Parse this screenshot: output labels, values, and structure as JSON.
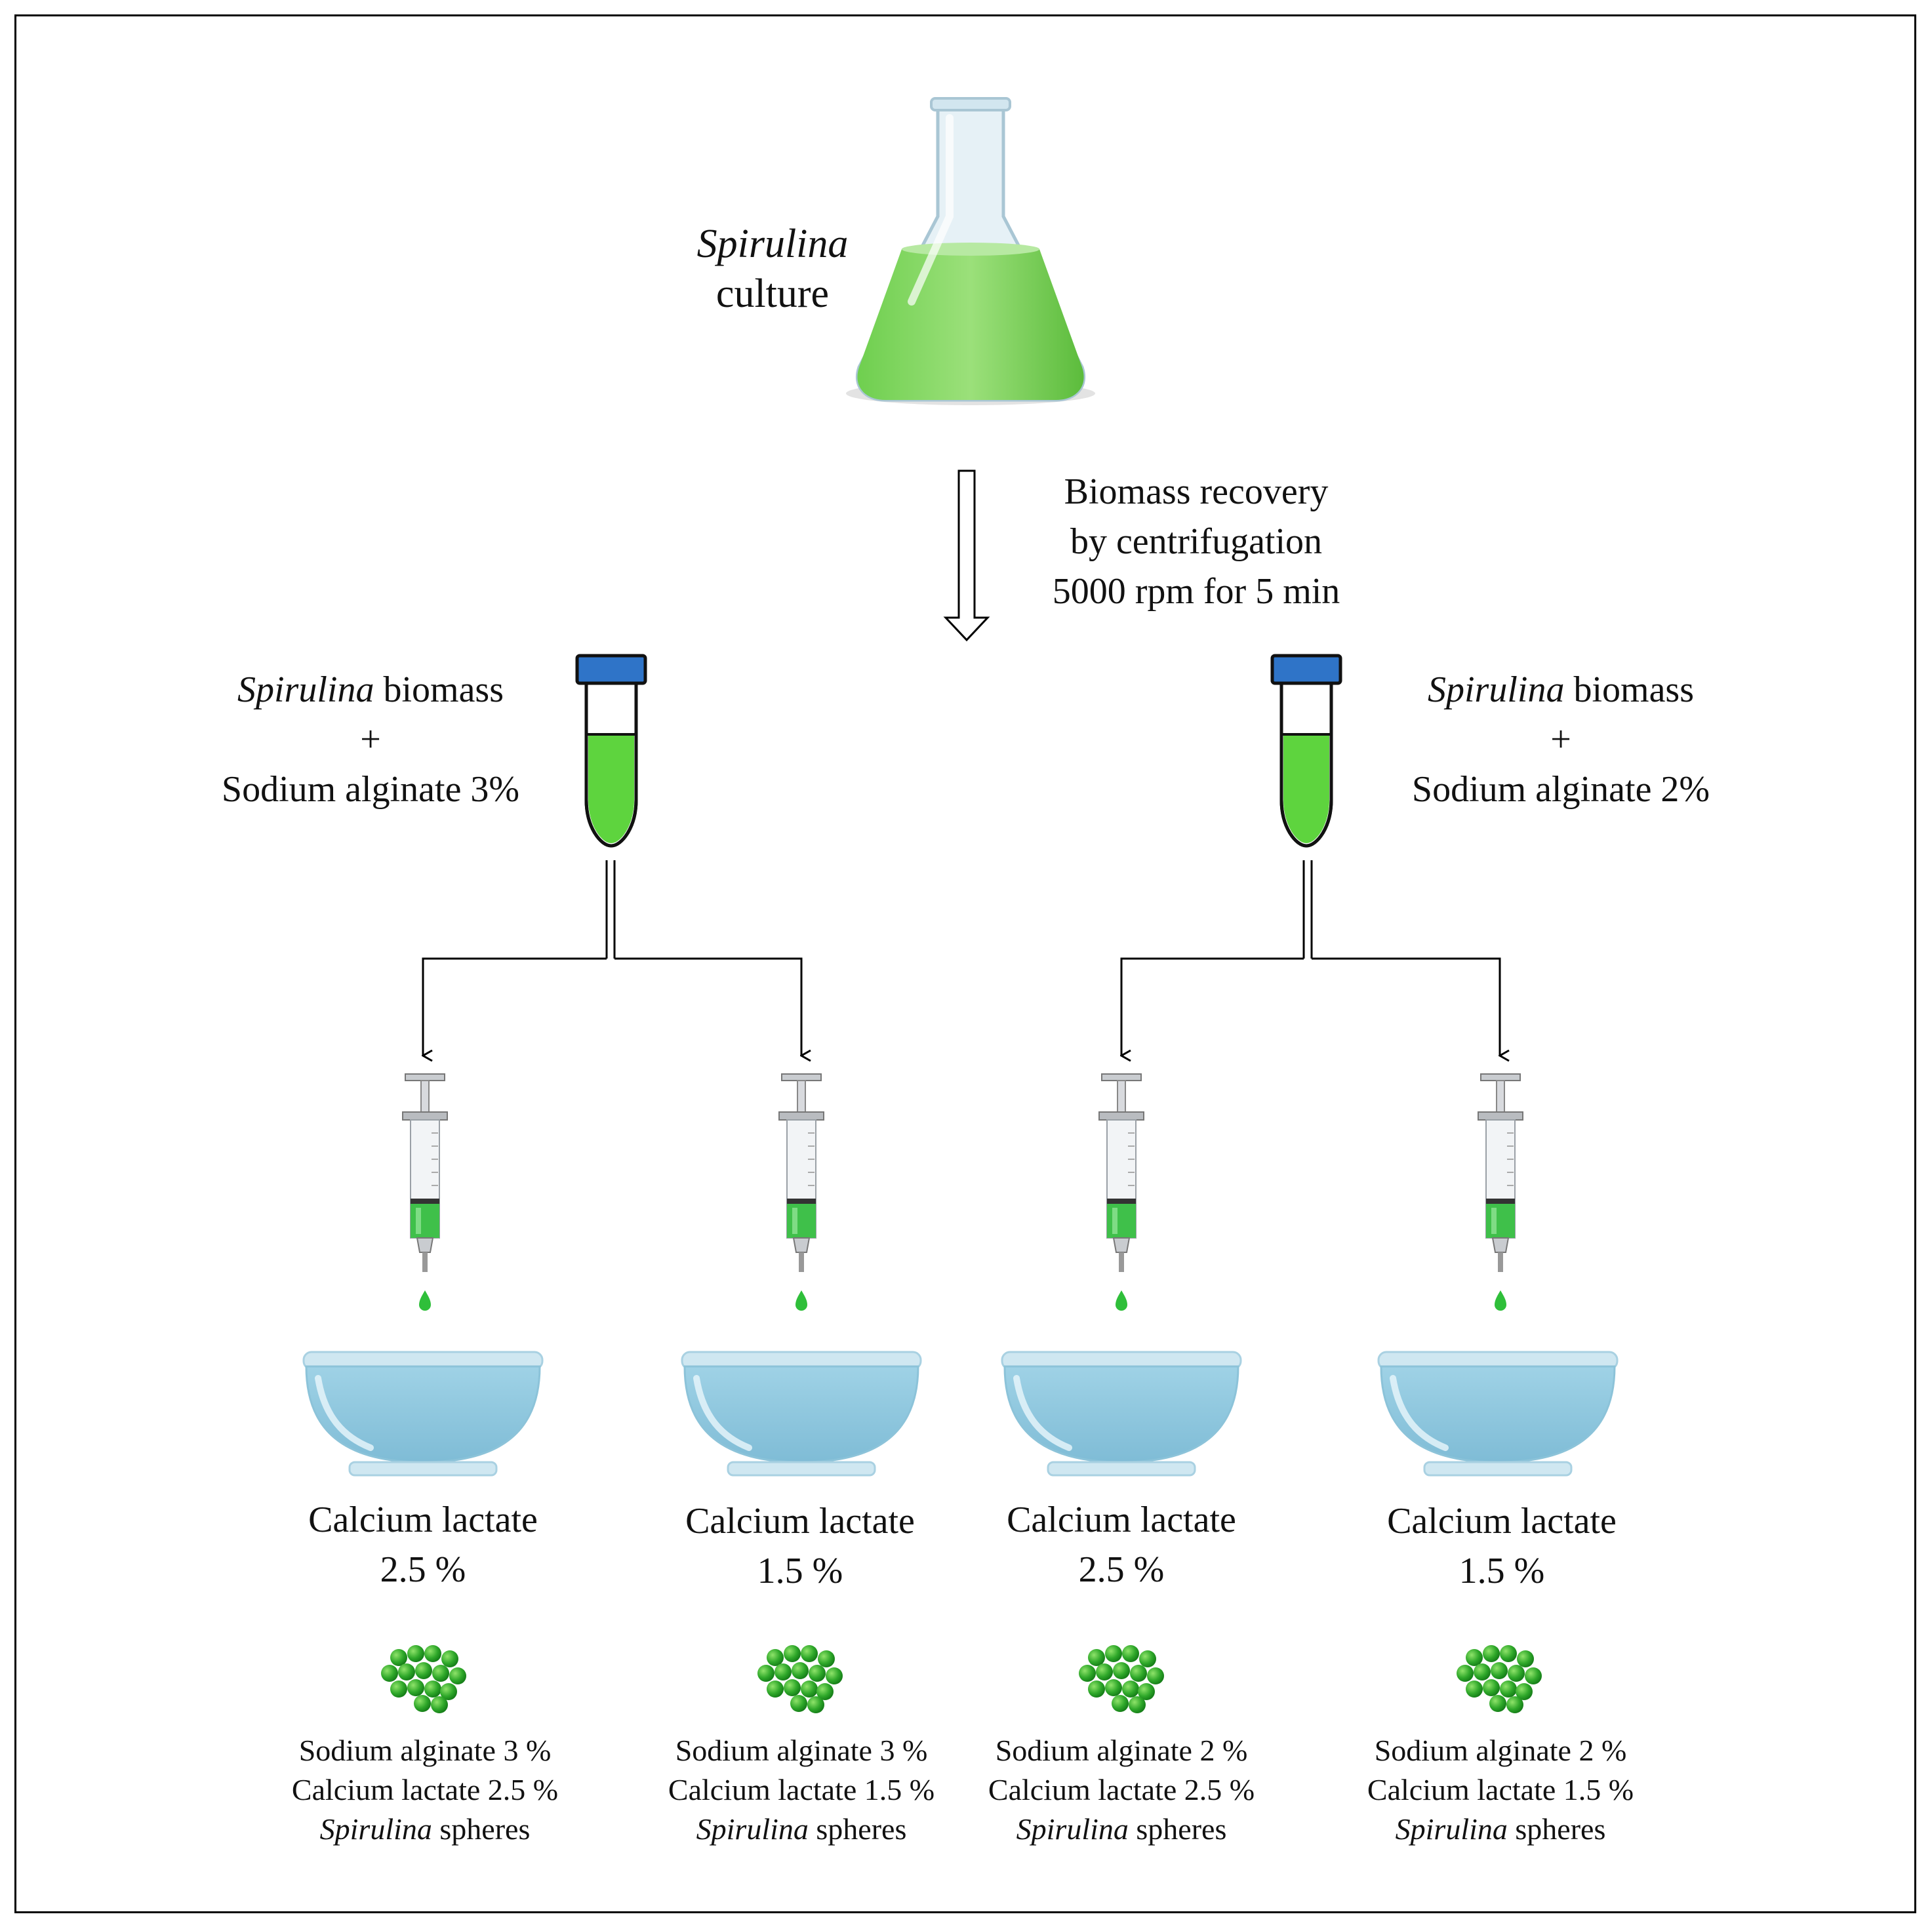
{
  "culture": {
    "species": "Spirulina",
    "label": "culture"
  },
  "recovery": {
    "line1": "Biomass recovery",
    "line2": "by centrifugation",
    "line3": "5000 rpm for 5 min"
  },
  "mixes": [
    {
      "species": "Spirulina",
      "biomass": "biomass",
      "plus": "+",
      "alginate": "Sodium alginate 3%"
    },
    {
      "species": "Spirulina",
      "biomass": "biomass",
      "plus": "+",
      "alginate": "Sodium alginate 2%"
    }
  ],
  "baths": [
    {
      "name": "Calcium lactate",
      "conc": "2.5 %"
    },
    {
      "name": "Calcium lactate",
      "conc": "1.5 %"
    },
    {
      "name": "Calcium lactate",
      "conc": "2.5 %"
    },
    {
      "name": "Calcium lactate",
      "conc": "1.5 %"
    }
  ],
  "spheres": [
    {
      "alginate": "Sodium alginate 3 %",
      "lactate": "Calcium lactate 2.5 %",
      "species": "Spirulina",
      "suffix": "spheres"
    },
    {
      "alginate": "Sodium alginate 3 %",
      "lactate": "Calcium lactate 1.5 %",
      "species": "Spirulina",
      "suffix": "spheres"
    },
    {
      "alginate": "Sodium alginate 2 %",
      "lactate": "Calcium lactate 2.5 %",
      "species": "Spirulina",
      "suffix": "spheres"
    },
    {
      "alginate": "Sodium alginate 2 %",
      "lactate": "Calcium lactate 1.5 %",
      "species": "Spirulina",
      "suffix": "spheres"
    }
  ],
  "colors": {
    "culture_green": "#7fd65a",
    "tube_cap": "#2f74c8",
    "water": "#8fc8de",
    "bead_green": "#2fa82a"
  }
}
